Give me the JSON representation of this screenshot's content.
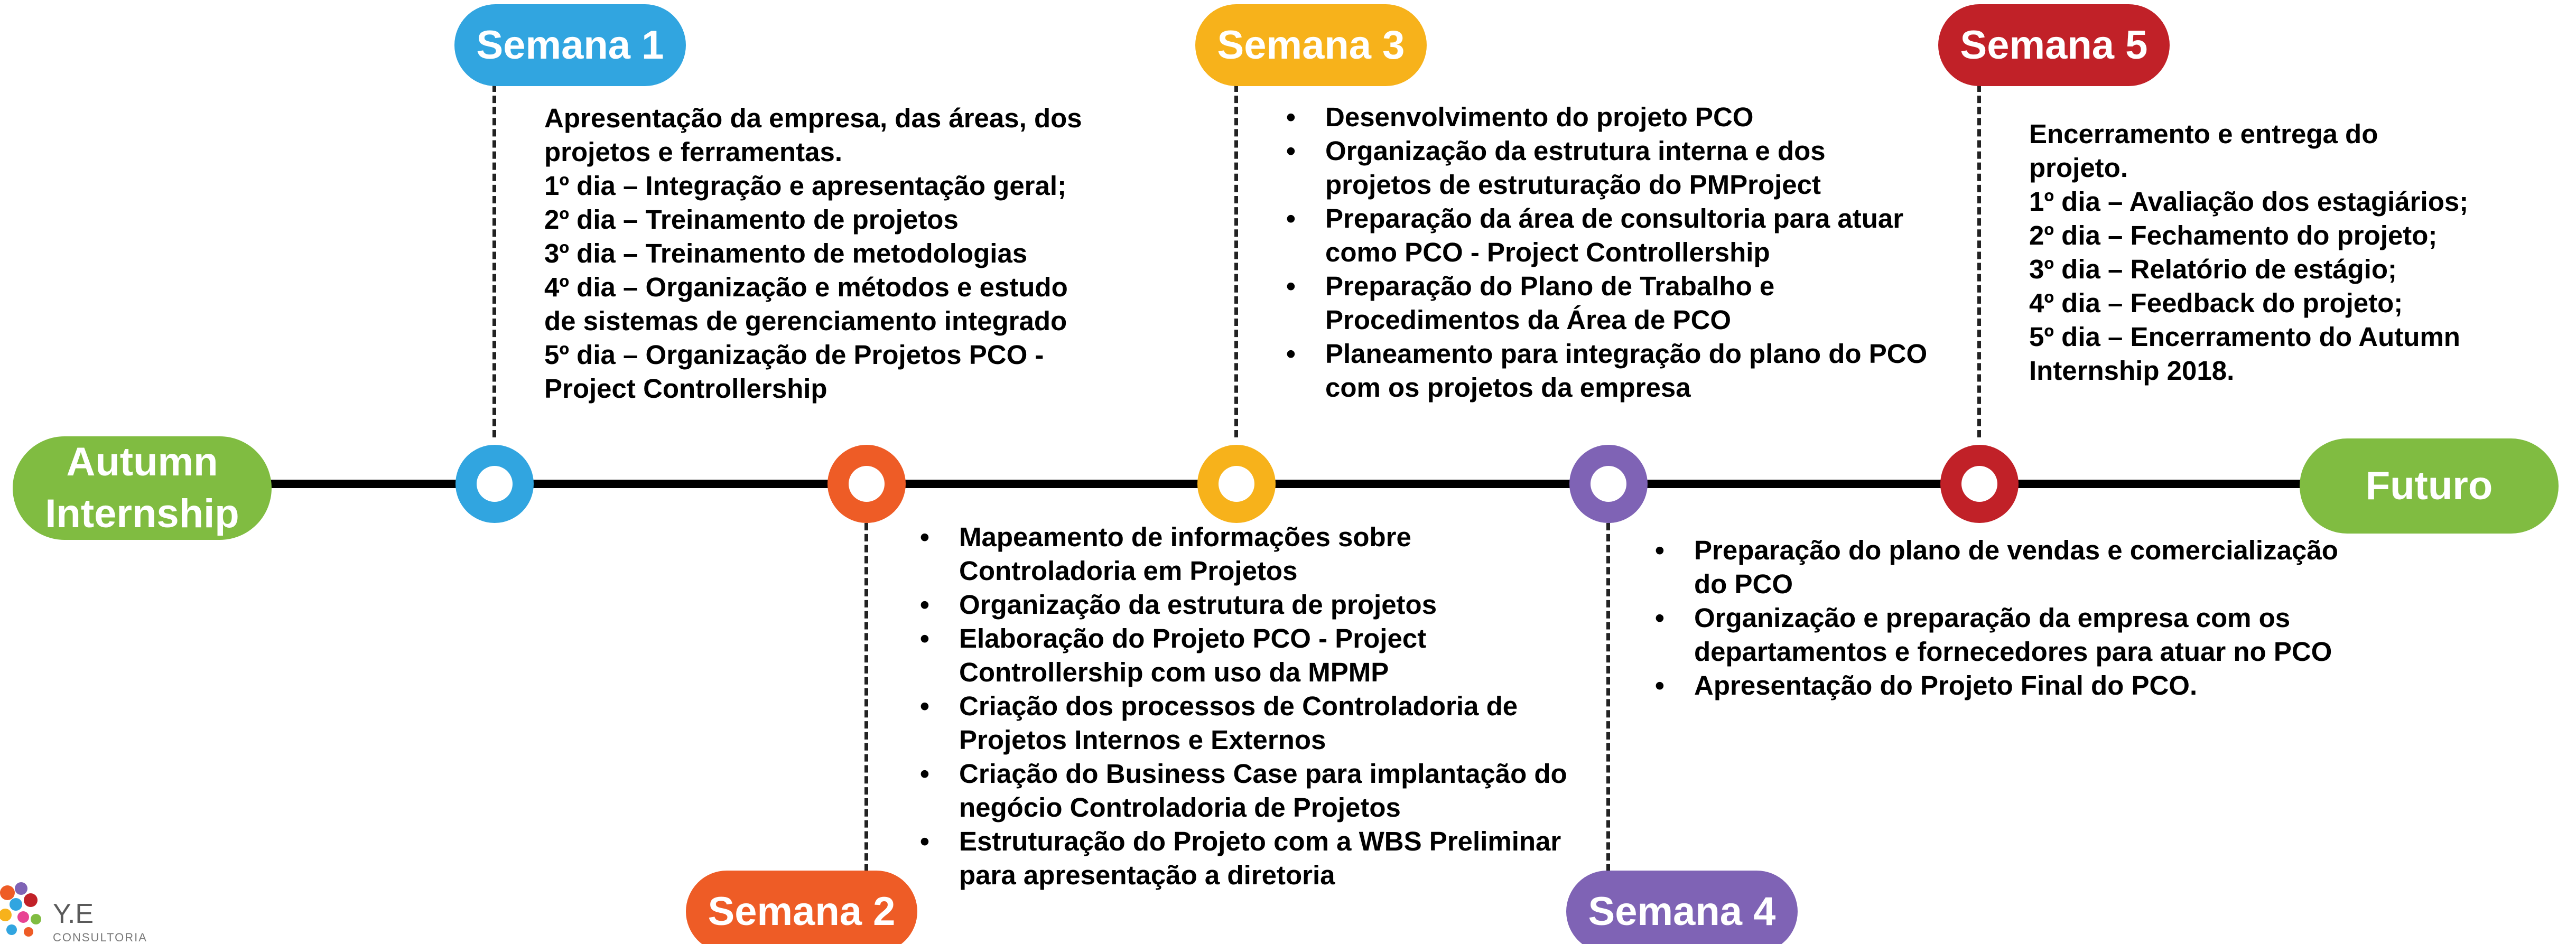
{
  "colors": {
    "semana1": "#31A5E0",
    "semana2": "#EE5C26",
    "semana3": "#F7B21B",
    "semana4": "#7F63B5",
    "semana5": "#C12128",
    "endpoints": "#80BC41"
  },
  "start_label_lines": [
    "Autumn",
    "Internship"
  ],
  "end_label": "Futuro",
  "weeks": [
    {
      "label": "Semana 1",
      "lines": [
        "Apresentação da empresa, das áreas, dos",
        "projetos e ferramentas.",
        "1º dia – Integração e apresentação geral;",
        "2º dia – Treinamento de projetos",
        "3º dia – Treinamento de metodologias",
        "4º dia – Organização e métodos e estudo",
        "de sistemas de gerenciamento integrado",
        "5º dia – Organização de Projetos PCO -",
        "Project Controllership"
      ]
    },
    {
      "label": "Semana 2",
      "bullets": [
        [
          "Mapeamento de informações sobre",
          "Controladoria em Projetos"
        ],
        [
          "Organização da estrutura de projetos"
        ],
        [
          "Elaboração do Projeto PCO - Project",
          "Controllership com uso da MPMP"
        ],
        [
          "Criação dos processos de Controladoria de",
          "Projetos Internos e Externos"
        ],
        [
          "Criação do Business Case para implantação do",
          "negócio Controladoria de Projetos"
        ],
        [
          "Estruturação do Projeto com a WBS Preliminar",
          "para apresentação a diretoria"
        ]
      ]
    },
    {
      "label": "Semana 3",
      "bullets": [
        [
          "Desenvolvimento do projeto PCO"
        ],
        [
          "Organização da estrutura interna e dos",
          "projetos de estruturação do PMProject"
        ],
        [
          "Preparação da área de consultoria para atuar",
          "como PCO - Project Controllership"
        ],
        [
          "Preparação do Plano de Trabalho e",
          "Procedimentos da Área de PCO"
        ],
        [
          "Planeamento para integração do plano do PCO",
          "com os projetos da empresa"
        ]
      ]
    },
    {
      "label": "Semana 4",
      "bullets": [
        [
          "Preparação do plano de vendas e comercialização",
          "do PCO"
        ],
        [
          "Organização e preparação da empresa com os",
          "departamentos e fornecedores para atuar no PCO"
        ],
        [
          "Apresentação do Projeto Final do PCO."
        ]
      ]
    },
    {
      "label": "Semana 5",
      "lines": [
        "Encerramento e entrega do",
        "projeto.",
        "1º dia – Avaliação dos estagiários;",
        "2º dia – Fechamento do projeto;",
        "3º dia – Relatório de estágio;",
        "4º dia – Feedback do projeto;",
        "5º dia – Encerramento do Autumn",
        "Internship 2018."
      ]
    }
  ],
  "logo": {
    "name": "Y.E",
    "subtitle": "CONSULTORIA"
  }
}
